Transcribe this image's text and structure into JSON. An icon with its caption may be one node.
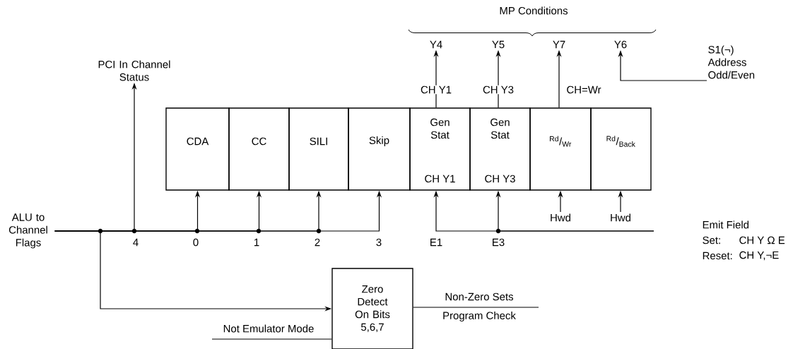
{
  "diagram": {
    "nodes": [
      {
        "text": [
          "ALU to Channel Flags"
        ]
      },
      {
        "text": [
          "PCI In Channel Status"
        ]
      },
      {
        "text": [
          "CDA"
        ]
      },
      {
        "text": [
          "CC"
        ]
      },
      {
        "text": [
          "SILI"
        ]
      },
      {
        "text": [
          "Skip"
        ]
      },
      {
        "text": [
          "Gen Stat",
          "CH Y1"
        ]
      },
      {
        "text": [
          "Gen Stat",
          "CH Y3"
        ]
      },
      {
        "text": [
          "$^{Rd}$/$_{Wr}$"
        ]
      },
      {
        "text": [
          "$^{Rd}$/$_{Back}$"
        ]
      },
      {
        "text": [
          "Y4"
        ]
      },
      {
        "text": [
          "Y5"
        ]
      },
      {
        "text": [
          "Y7"
        ]
      },
      {
        "text": [
          "Y6"
        ]
      },
      {
        "text": [
          "S1(¬)",
          "Address Odd/Even"
        ]
      },
      {
        "text": [
          "Hwd"
        ]
      },
      {
        "text": [
          "Hwd"
        ]
      },
      {
        "text": [
          "Zero Detect On Bits 5,6,7"
        ]
      }
    ],
    "edges": [
      {
        "from": 0,
        "to": 1,
        "arrow": "to",
        "label": "4"
      },
      {
        "from": 0,
        "to": 2,
        "arrow": "to",
        "label": "0"
      },
      {
        "from": 0,
        "to": 3,
        "arrow": "to",
        "label": "1"
      },
      {
        "from": 0,
        "to": 4,
        "arrow": "to",
        "label": "2"
      },
      {
        "from": 0,
        "to": 5,
        "arrow": "to",
        "label": "3"
      },
      {
        "from": 0,
        "to": 17,
        "arrow": "to"
      },
      {
        "from": null,
        "to": 6,
        "arrow": "to",
        "label": "E1"
      },
      {
        "from": null,
        "to": 7,
        "arrow": "to",
        "label": "E3"
      },
      {
        "from": 6,
        "to": 10,
        "arrow": "to",
        "label": "CH Y1"
      },
      {
        "from": 7,
        "to": 11,
        "arrow": "to",
        "label": "CH Y3"
      },
      {
        "from": 8,
        "to": 12,
        "arrow": "to",
        "label": "CH=Wr"
      },
      {
        "from": 14,
        "to": 13,
        "arrow": "to"
      },
      {
        "from": 15,
        "to": 8,
        "arrow": "to"
      },
      {
        "from": 16,
        "to": 9,
        "arrow": "to"
      },
      {
        "from": null,
        "to": 17,
        "arrow": "none",
        "label": "Not Emulator Mode"
      },
      {
        "from": 17,
        "to": null,
        "arrow": "none",
        "label": "Non-Zero Sets"
      }
    ],
    "labels": [
      "MP Conditions",
      "Emit Field",
      "Set:",
      "CH Y Ω E",
      "Reset:",
      "CH Y,¬E",
      "Program Check"
    ]
  }
}
